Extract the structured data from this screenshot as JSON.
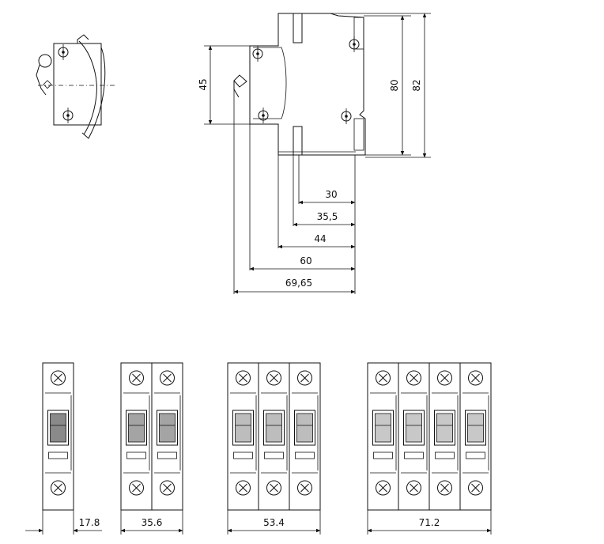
{
  "side_view": {
    "vertical_dims": [
      {
        "label": "45"
      },
      {
        "label": "80"
      },
      {
        "label": "82"
      }
    ],
    "horizontal_dims": [
      {
        "label": "30"
      },
      {
        "label": "35,5"
      },
      {
        "label": "44"
      },
      {
        "label": "60"
      },
      {
        "label": "69,65"
      }
    ]
  },
  "front_views": [
    {
      "poles": 1,
      "width_label": "17.8",
      "handle_color": "#8a8a8a"
    },
    {
      "poles": 2,
      "width_label": "35.6",
      "handle_color": "#a4a4a4"
    },
    {
      "poles": 3,
      "width_label": "53.4",
      "handle_color": "#bdbdbd"
    },
    {
      "poles": 4,
      "width_label": "71.2",
      "handle_color": "#c8c8c8"
    }
  ]
}
